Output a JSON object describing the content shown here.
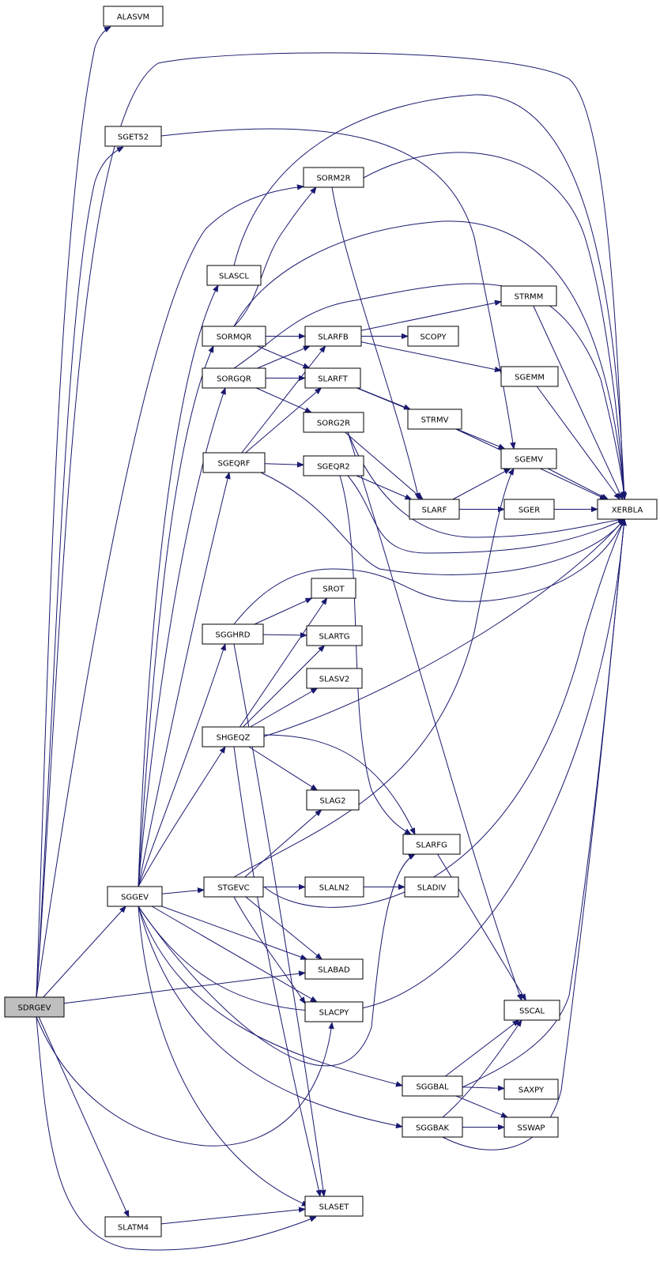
{
  "graph": {
    "edge_color": "#191970",
    "root_fill": "#bfbfbf",
    "node_fill": "#ffffff",
    "nodes": {
      "SDRGEV": "SDRGEV",
      "ALASVM": "ALASVM",
      "SGET52": "SGET52",
      "SORM2R": "SORM2R",
      "SLASCL": "SLASCL",
      "SORMQR": "SORMQR",
      "SLARFB": "SLARFB",
      "SCOPY": "SCOPY",
      "STRMM": "STRMM",
      "SORGQR": "SORGQR",
      "SLARFT": "SLARFT",
      "SGEMM": "SGEMM",
      "STRMV": "STRMV",
      "SORG2R": "SORG2R",
      "SGEQRF": "SGEQRF",
      "SGEQR2": "SGEQR2",
      "SGEMV": "SGEMV",
      "SLARF": "SLARF",
      "SGER": "SGER",
      "XERBLA": "XERBLA",
      "SROT": "SROT",
      "SGGHRD": "SGGHRD",
      "SLARTG": "SLARTG",
      "SLASV2": "SLASV2",
      "SHGEQZ": "SHGEQZ",
      "SLAG2": "SLAG2",
      "SLARFG": "SLARFG",
      "STGEVC": "STGEVC",
      "SLALN2": "SLALN2",
      "SLADIV": "SLADIV",
      "SGGEV": "SGGEV",
      "SLABAD": "SLABAD",
      "SSCAL": "SSCAL",
      "SLACPY": "SLACPY",
      "SGGBAL": "SGGBAL",
      "SAXPY": "SAXPY",
      "SGGBAK": "SGGBAK",
      "SSWAP": "SSWAP",
      "SLASET": "SLASET",
      "SLATM4": "SLATM4"
    },
    "edges": [
      [
        "SDRGEV",
        "ALASVM"
      ],
      [
        "SDRGEV",
        "SGET52"
      ],
      [
        "SDRGEV",
        "XERBLA"
      ],
      [
        "SDRGEV",
        "SORM2R"
      ],
      [
        "SDRGEV",
        "SGGEV"
      ],
      [
        "SDRGEV",
        "SLABAD"
      ],
      [
        "SDRGEV",
        "SLACPY"
      ],
      [
        "SDRGEV",
        "SLATM4"
      ],
      [
        "SDRGEV",
        "SLASET"
      ],
      [
        "SGET52",
        "SGEMV"
      ],
      [
        "SORM2R",
        "XERBLA"
      ],
      [
        "SORM2R",
        "SLARF"
      ],
      [
        "SLASCL",
        "XERBLA"
      ],
      [
        "SORMQR",
        "SORM2R"
      ],
      [
        "SORMQR",
        "SLARFB"
      ],
      [
        "SORMQR",
        "SLARFT"
      ],
      [
        "SORMQR",
        "XERBLA"
      ],
      [
        "SLARFB",
        "STRMM"
      ],
      [
        "SLARFB",
        "SCOPY"
      ],
      [
        "SLARFB",
        "SGEMM"
      ],
      [
        "STRMM",
        "XERBLA"
      ],
      [
        "SGEMM",
        "XERBLA"
      ],
      [
        "SORGQR",
        "SLARFB"
      ],
      [
        "SORGQR",
        "SLARFT"
      ],
      [
        "SORGQR",
        "SORG2R"
      ],
      [
        "SORGQR",
        "XERBLA"
      ],
      [
        "SLARFT",
        "STRMV"
      ],
      [
        "SLARFT",
        "SGEMV"
      ],
      [
        "STRMV",
        "XERBLA"
      ],
      [
        "SORG2R",
        "SLARF"
      ],
      [
        "SORG2R",
        "SSCAL"
      ],
      [
        "SORG2R",
        "XERBLA"
      ],
      [
        "SGEQRF",
        "SLARFB"
      ],
      [
        "SGEQRF",
        "SLARFT"
      ],
      [
        "SGEQRF",
        "SGEQR2"
      ],
      [
        "SGEQRF",
        "XERBLA"
      ],
      [
        "SGEQR2",
        "SLARF"
      ],
      [
        "SGEQR2",
        "SLARFG"
      ],
      [
        "SGEQR2",
        "XERBLA"
      ],
      [
        "SLARF",
        "SGEMV"
      ],
      [
        "SLARF",
        "SGER"
      ],
      [
        "SGEMV",
        "XERBLA"
      ],
      [
        "SGER",
        "XERBLA"
      ],
      [
        "SGGHRD",
        "SROT"
      ],
      [
        "SGGHRD",
        "SLARTG"
      ],
      [
        "SGGHRD",
        "SLASET"
      ],
      [
        "SGGHRD",
        "XERBLA"
      ],
      [
        "SHGEQZ",
        "SROT"
      ],
      [
        "SHGEQZ",
        "SLARTG"
      ],
      [
        "SHGEQZ",
        "SLASV2"
      ],
      [
        "SHGEQZ",
        "SLAG2"
      ],
      [
        "SHGEQZ",
        "SLARFG"
      ],
      [
        "SHGEQZ",
        "SLASET"
      ],
      [
        "SHGEQZ",
        "XERBLA"
      ],
      [
        "SLARFG",
        "SSCAL"
      ],
      [
        "STGEVC",
        "SLAG2"
      ],
      [
        "STGEVC",
        "SLALN2"
      ],
      [
        "STGEVC",
        "SGEMV"
      ],
      [
        "STGEVC",
        "SLABAD"
      ],
      [
        "STGEVC",
        "SLACPY"
      ],
      [
        "STGEVC",
        "XERBLA"
      ],
      [
        "SLALN2",
        "SLADIV"
      ],
      [
        "SGGEV",
        "SLASCL"
      ],
      [
        "SGGEV",
        "SORMQR"
      ],
      [
        "SGGEV",
        "SORGQR"
      ],
      [
        "SGGEV",
        "SGEQRF"
      ],
      [
        "SGGEV",
        "SGGHRD"
      ],
      [
        "SGGEV",
        "SHGEQZ"
      ],
      [
        "SGGEV",
        "STGEVC"
      ],
      [
        "SGGEV",
        "SLABAD"
      ],
      [
        "SGGEV",
        "SLACPY"
      ],
      [
        "SGGEV",
        "XERBLA"
      ],
      [
        "SGGEV",
        "SGGBAL"
      ],
      [
        "SGGEV",
        "SGGBAK"
      ],
      [
        "SGGEV",
        "SLASET"
      ],
      [
        "SGGEV",
        "SLARFG"
      ],
      [
        "SGGBAL",
        "SSCAL"
      ],
      [
        "SGGBAL",
        "SAXPY"
      ],
      [
        "SGGBAL",
        "SSWAP"
      ],
      [
        "SGGBAL",
        "XERBLA"
      ],
      [
        "SGGBAK",
        "SSCAL"
      ],
      [
        "SGGBAK",
        "SSWAP"
      ],
      [
        "SGGBAK",
        "XERBLA"
      ],
      [
        "SLATM4",
        "SLASET"
      ]
    ]
  }
}
